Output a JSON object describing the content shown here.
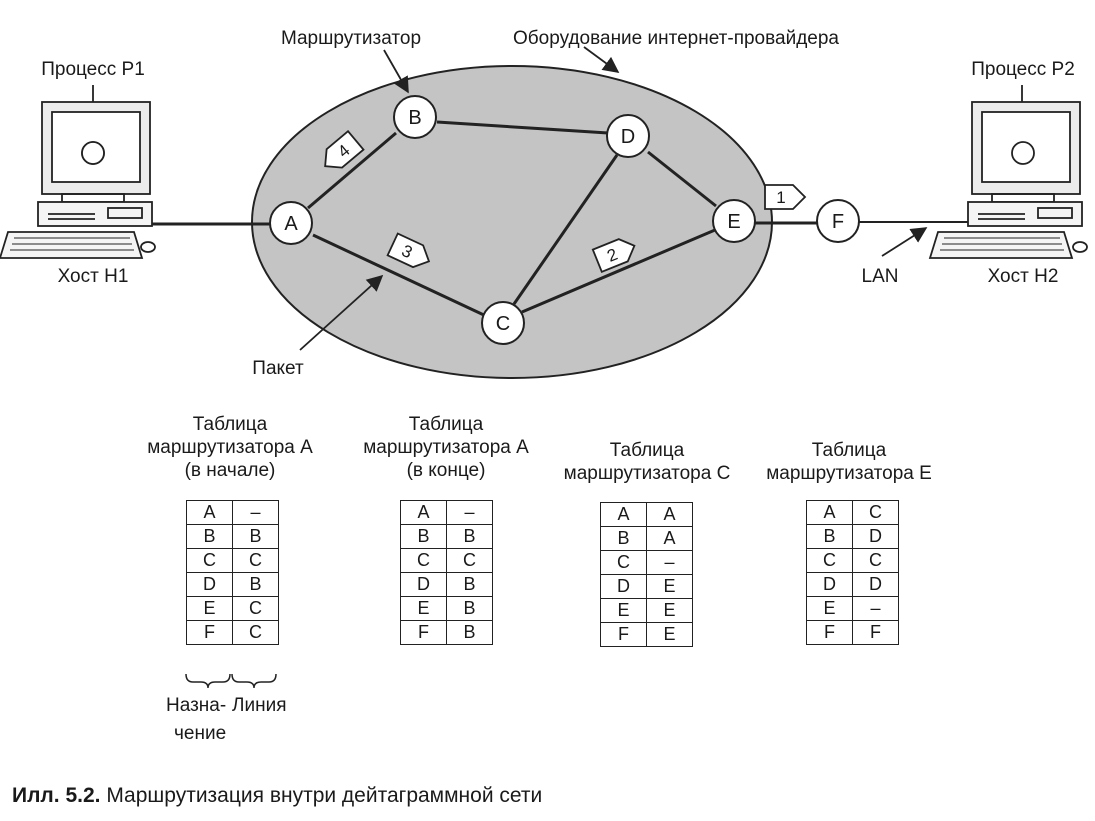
{
  "labels": {
    "router": "Маршрутизатор",
    "isp": "Оборудование интернет-провайдера",
    "process1": "Процесс P1",
    "process2": "Процесс P2",
    "host1": "Хост H1",
    "host2": "Хост H2",
    "lan": "LAN",
    "packet": "Пакет"
  },
  "nodes": {
    "A": "A",
    "B": "B",
    "C": "C",
    "D": "D",
    "E": "E",
    "F": "F"
  },
  "packets": {
    "p1": "1",
    "p2": "2",
    "p3": "3",
    "p4": "4"
  },
  "tables": [
    {
      "title": [
        "Таблица",
        "маршрутизатора A",
        "(в начале)"
      ],
      "rows": [
        [
          "A",
          "–"
        ],
        [
          "B",
          "B"
        ],
        [
          "C",
          "C"
        ],
        [
          "D",
          "B"
        ],
        [
          "E",
          "C"
        ],
        [
          "F",
          "C"
        ]
      ]
    },
    {
      "title": [
        "Таблица",
        "маршрутизатора A",
        "(в конце)"
      ],
      "rows": [
        [
          "A",
          "–"
        ],
        [
          "B",
          "B"
        ],
        [
          "C",
          "C"
        ],
        [
          "D",
          "B"
        ],
        [
          "E",
          "B"
        ],
        [
          "F",
          "B"
        ]
      ]
    },
    {
      "title": [
        "Таблица",
        "маршрутизатора C"
      ],
      "rows": [
        [
          "A",
          "A"
        ],
        [
          "B",
          "A"
        ],
        [
          "C",
          "–"
        ],
        [
          "D",
          "E"
        ],
        [
          "E",
          "E"
        ],
        [
          "F",
          "E"
        ]
      ]
    },
    {
      "title": [
        "Таблица",
        "маршрутизатора E"
      ],
      "rows": [
        [
          "A",
          "C"
        ],
        [
          "B",
          "D"
        ],
        [
          "C",
          "C"
        ],
        [
          "D",
          "D"
        ],
        [
          "E",
          "–"
        ],
        [
          "F",
          "F"
        ]
      ]
    }
  ],
  "brace_labels": {
    "dest_1": "Назна-",
    "dest_2": "чение",
    "line": "Линия"
  },
  "caption": {
    "prefix": "Илл. 5.2.",
    "text": " Маршрутизация внутри дейтаграммной сети"
  },
  "colors": {
    "cloud_fill": "#c4c4c4",
    "line": "#222222",
    "node_fill": "#ffffff"
  }
}
